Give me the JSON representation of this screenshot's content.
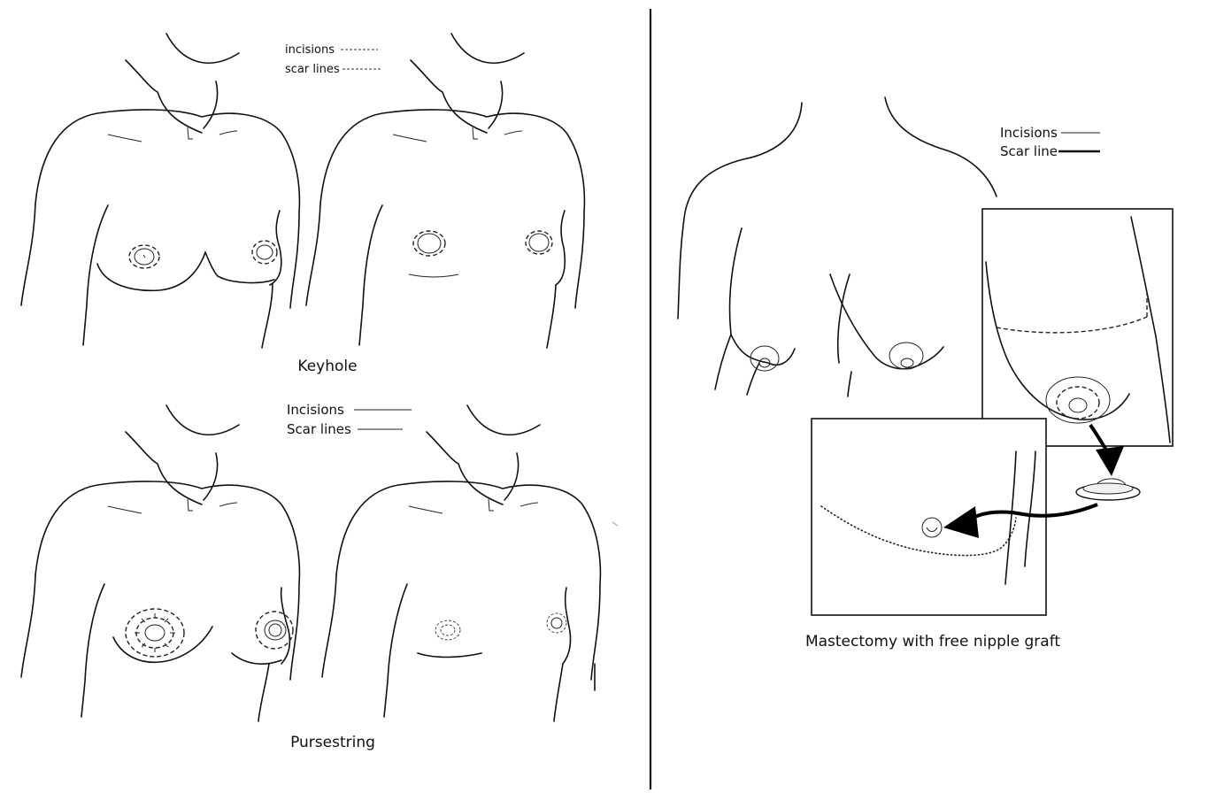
{
  "panels": {
    "keyhole": {
      "caption": "Keyhole",
      "legend": {
        "incisions": "incisions",
        "scar_lines": "scar lines"
      }
    },
    "pursestring": {
      "caption": "Pursestring",
      "legend": {
        "incisions": "Incisions",
        "scar_lines": "Scar lines"
      }
    },
    "free_nipple_graft": {
      "caption": "Mastectomy with free nipple graft",
      "legend": {
        "incisions": "Incisions",
        "scar_line": "Scar line"
      }
    }
  }
}
